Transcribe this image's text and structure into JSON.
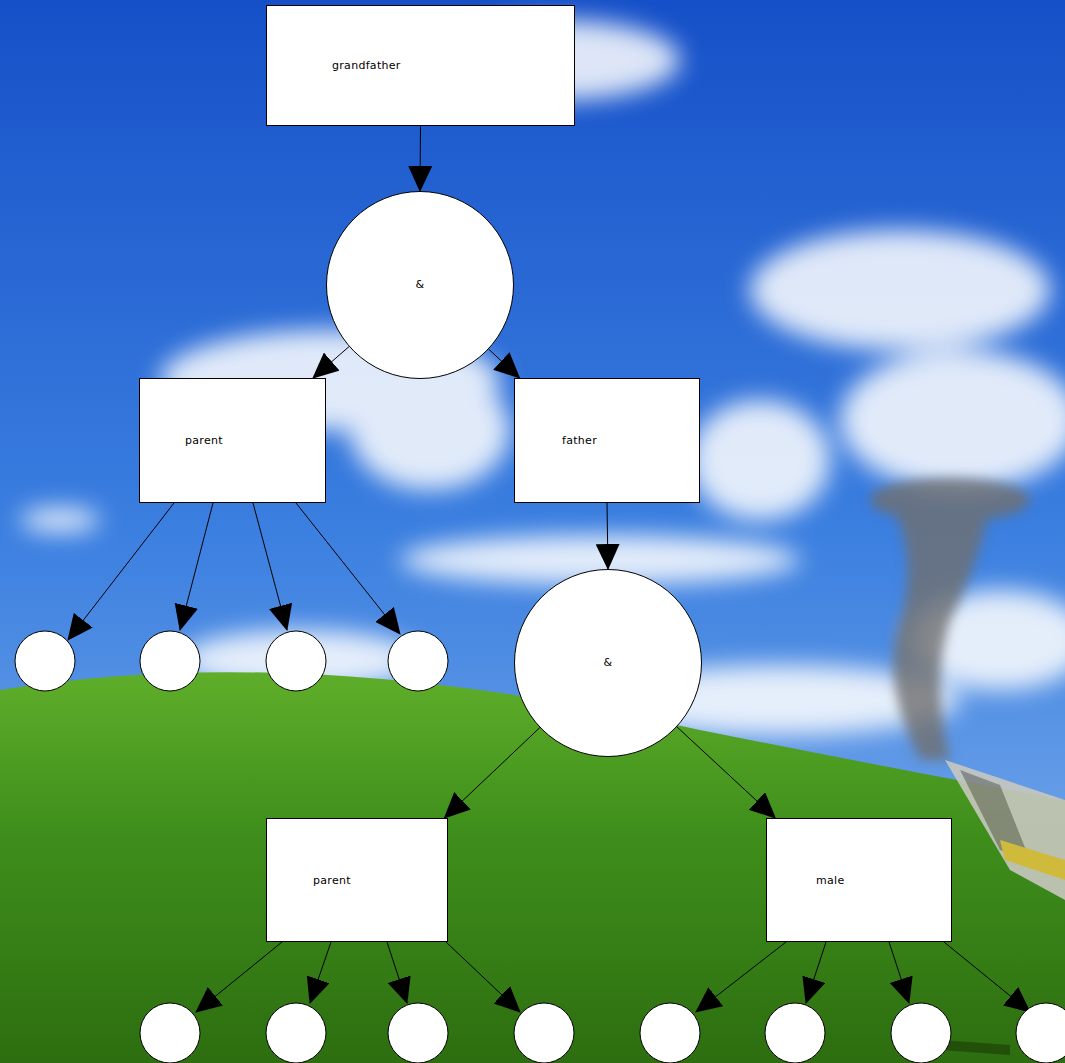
{
  "diagram": {
    "nodes": [
      {
        "text": [
          "grandfather"
        ]
      },
      {
        "text": [
          "&"
        ]
      },
      {
        "text": [
          "parent"
        ]
      },
      {
        "text": [
          "father"
        ]
      },
      {
        "text": [
          "&"
        ]
      },
      {
        "text": [
          "parent"
        ]
      },
      {
        "text": [
          "male"
        ]
      }
    ],
    "edges": [
      {
        "from": 0,
        "to": 1,
        "arrow": "to"
      },
      {
        "from": 1,
        "to": 2,
        "arrow": "to"
      },
      {
        "from": 1,
        "to": 3,
        "arrow": "to"
      },
      {
        "from": 3,
        "to": 4,
        "arrow": "to"
      },
      {
        "from": 4,
        "to": 5,
        "arrow": "to"
      },
      {
        "from": 4,
        "to": 6,
        "arrow": "to"
      }
    ]
  }
}
